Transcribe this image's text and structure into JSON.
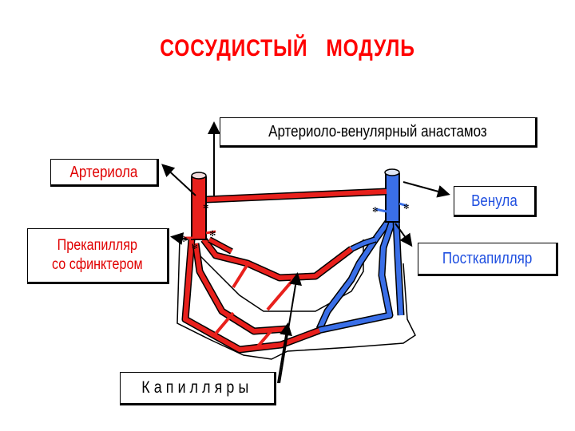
{
  "title": "СОСУДИСТЫЙ   МОДУЛЬ",
  "labels": {
    "anastomosis": "Артериоло-венулярный анастамоз",
    "arteriole": "Артериола",
    "venule": "Венула",
    "precapillary_line1": "Прекапилляр",
    "precapillary_line2": "со сфинктером",
    "postcapillary": "Посткапилляр",
    "capillaries": "Капилляры"
  },
  "colors": {
    "title": "#ff0000",
    "arterial_label": "#e00000",
    "venous_label": "#1f4fe0",
    "arterial_vessel": "#e8201c",
    "venous_vessel": "#3a6fe8",
    "outline": "#000000"
  }
}
